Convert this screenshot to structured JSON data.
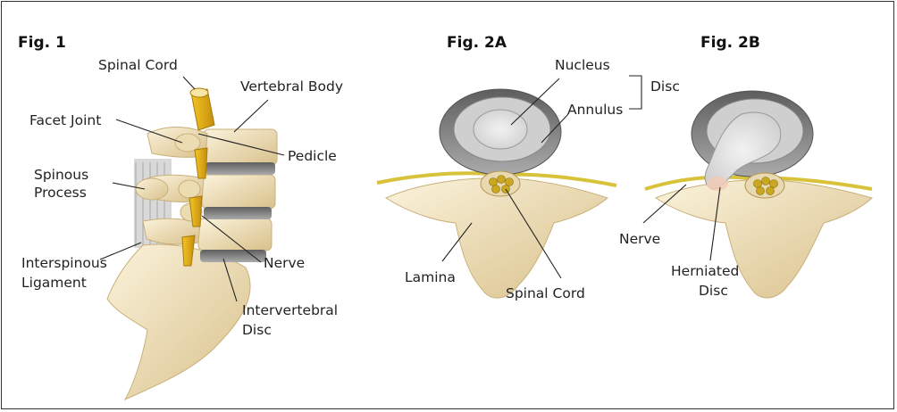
{
  "figures": {
    "fig1": {
      "title": "Fig. 1",
      "labels": {
        "spinal_cord": "Spinal Cord",
        "vertebral_body": "Vertebral Body",
        "facet_joint": "Facet Joint",
        "pedicle": "Pedicle",
        "spinous_process_line1": "Spinous",
        "spinous_process_line2": "Process",
        "interspinous_line1": "Interspinous",
        "interspinous_line2": "Ligament",
        "nerve": "Nerve",
        "intervertebral_line1": "Intervertebral",
        "intervertebral_line2": "Disc"
      }
    },
    "fig2a": {
      "title": "Fig. 2A",
      "labels": {
        "nucleus": "Nucleus",
        "annulus": "Annulus",
        "disc": "Disc",
        "lamina": "Lamina",
        "spinal_cord": "Spinal Cord"
      }
    },
    "fig2b": {
      "title": "Fig. 2B",
      "labels": {
        "nerve": "Nerve",
        "herniated_line1": "Herniated",
        "herniated_line2": "Disc"
      }
    }
  },
  "colors": {
    "bone": "#f0e2bf",
    "bone_shadow": "#d9c28e",
    "disc_outer": "#9a9a9a",
    "disc_inner": "#dcdcdc",
    "nerve": "#e2b91c",
    "nerve_line": "#d8c23a",
    "cord": "#c9a81f"
  }
}
